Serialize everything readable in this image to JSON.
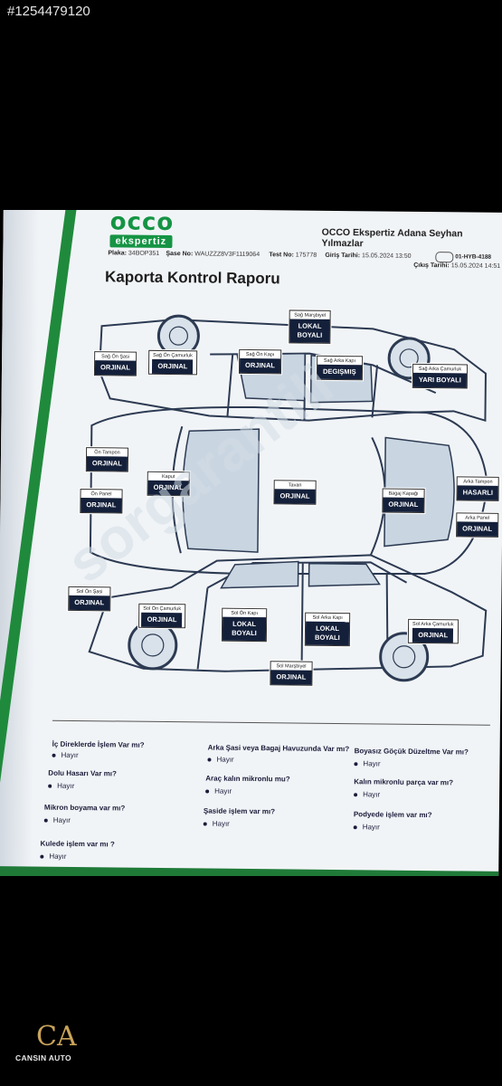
{
  "listing_id": "#1254479120",
  "report": {
    "logo_main": "occo",
    "logo_sub": "ekspertiz",
    "company": "OCCO Ekspertiz Adana Seyhan Yılmazlar",
    "hyb_code": "01-HYB-4188",
    "plaka_label": "Plaka:",
    "plaka": "34BOP351",
    "sase_label": "Şase No:",
    "sase": "WAUZZZ8V3F1119064",
    "test_label": "Test No:",
    "test": "175778",
    "giris_label": "Giriş Tarihi:",
    "giris": "15.05.2024 13:50",
    "cikis_label": "Çıkış Tarihi:",
    "cikis": "15.05.2024 14:51",
    "title": "Kaporta Kontrol Raporu",
    "watermark": "sorgarantili"
  },
  "parts": [
    {
      "name": "Sağ Marşbiyel",
      "status": "LOKAL BOYALI"
    },
    {
      "name": "Sağ Ön Şasi",
      "status": "ORJINAL"
    },
    {
      "name": "Sağ Ön Çamurluk",
      "status": "ORJINAL"
    },
    {
      "name": "Sağ Ön Kapı",
      "status": "ORJINAL"
    },
    {
      "name": "Sağ Arka Kapı",
      "status": "DEGIŞMIŞ"
    },
    {
      "name": "Sağ Arka Çamurluk",
      "status": "YARI BOYALI"
    },
    {
      "name": "Ön Tampon",
      "status": "ORJINAL"
    },
    {
      "name": "Ön Panel",
      "status": "ORJINAL"
    },
    {
      "name": "Kaput",
      "status": "ORJINAL"
    },
    {
      "name": "Tavan",
      "status": "ORJINAL"
    },
    {
      "name": "Bagaj Kapağı",
      "status": "ORJINAL"
    },
    {
      "name": "Arka Tampon",
      "status": "HASARLI"
    },
    {
      "name": "Arka Panel",
      "status": "ORJINAL"
    },
    {
      "name": "Sol Ön Şasi",
      "status": "ORJINAL"
    },
    {
      "name": "Sol Ön Çamurluk",
      "status": "ORJINAL"
    },
    {
      "name": "Sol Ön Kapı",
      "status": "LOKAL BOYALI"
    },
    {
      "name": "Sol Arka Kapı",
      "status": "LOKAL BOYALI"
    },
    {
      "name": "Sol Arka Çamurluk",
      "status": "ORJINAL"
    },
    {
      "name": "Sol Marşbiyel",
      "status": "ORJINAL"
    }
  ],
  "questions": [
    {
      "q": "İç Direklerde İşlem Var mı?",
      "a": "Hayır"
    },
    {
      "q": "Arka Şasi veya Bagaj Havuzunda Var mı?",
      "a": "Hayır"
    },
    {
      "q": "Boyasız Göçük Düzeltme Var mı?",
      "a": "Hayır"
    },
    {
      "q": "Dolu Hasarı Var mı?",
      "a": "Hayır"
    },
    {
      "q": "Araç kalın mikronlu mu?",
      "a": "Hayır"
    },
    {
      "q": "Kalın mikronlu parça var mı?",
      "a": "Hayır"
    },
    {
      "q": "Mikron boyama var mı?",
      "a": "Hayır"
    },
    {
      "q": "Şaside işlem var mı?",
      "a": "Hayır"
    },
    {
      "q": "Podyede işlem var mı?",
      "a": "Hayır"
    },
    {
      "q": "Kulede işlem var mı ?",
      "a": "Hayır"
    }
  ],
  "brand": {
    "monogram": "CA",
    "name": "CANSIN AUTO"
  },
  "colors": {
    "green": "#1f8a3c",
    "navy": "#14203a",
    "background": "#000000"
  }
}
